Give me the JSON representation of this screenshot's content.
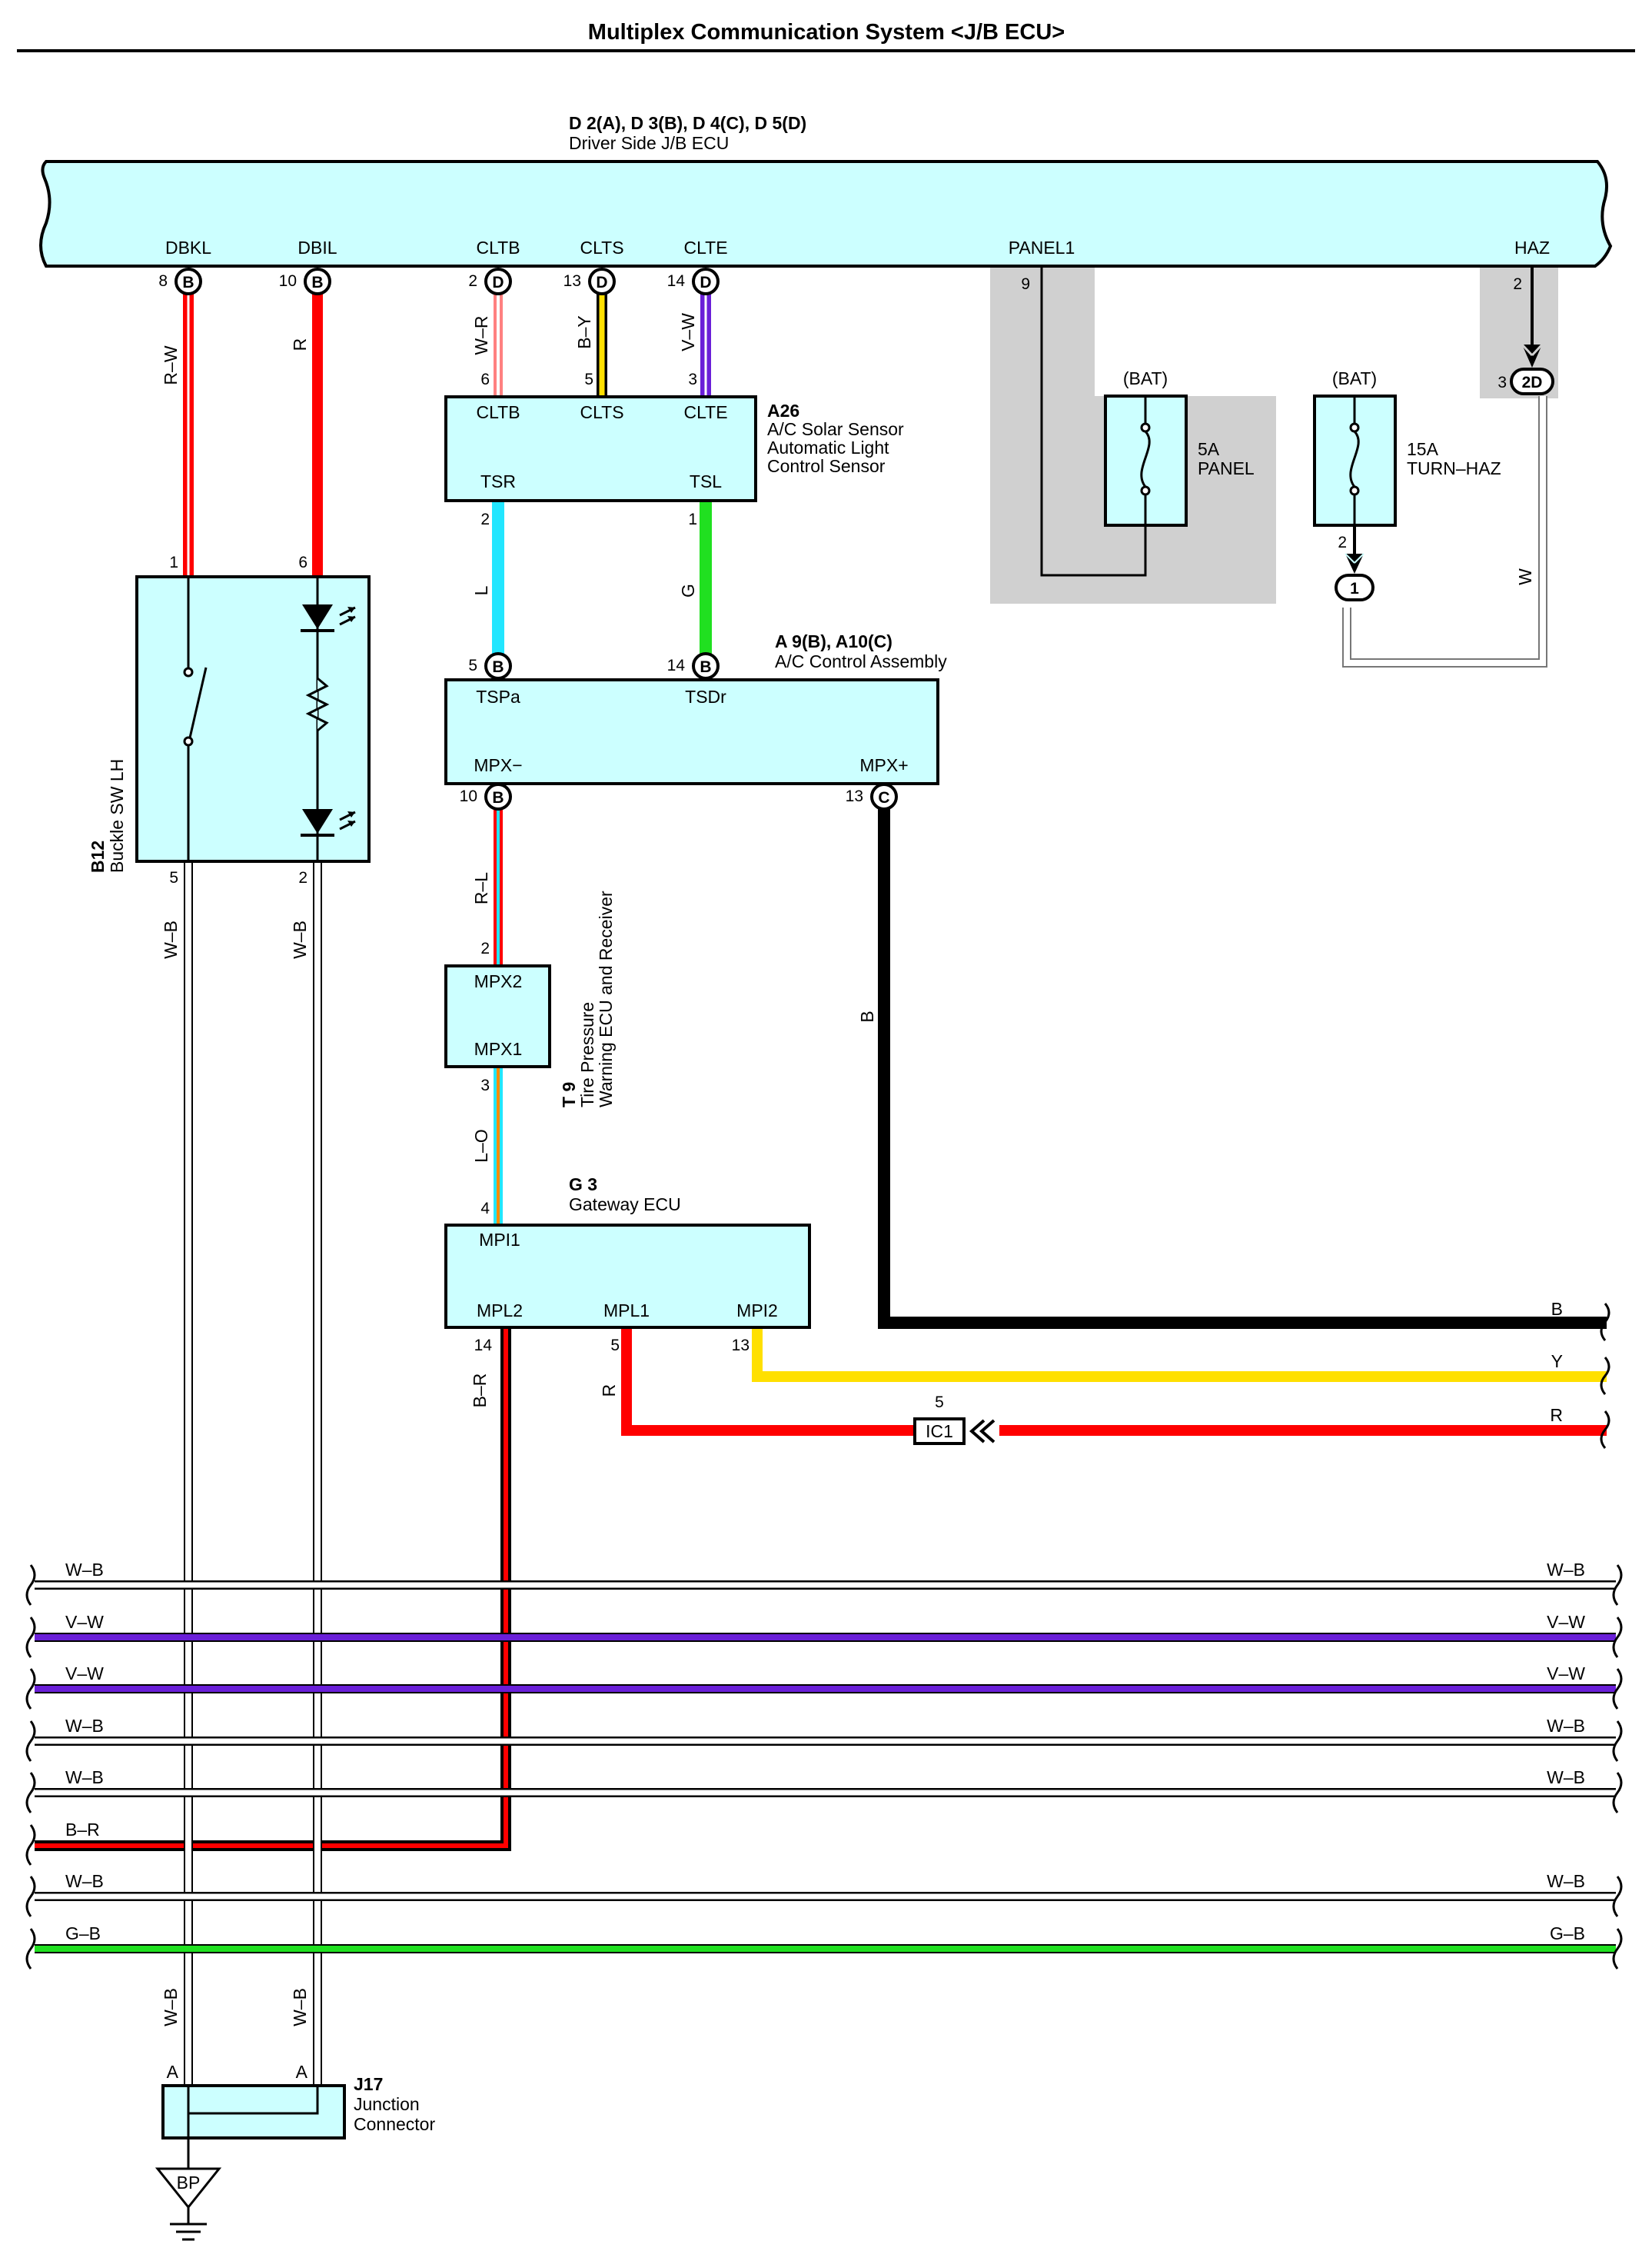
{
  "title": "Multiplex Communication System <J/B ECU>",
  "ecu": {
    "code": "D 2(A), D 3(B), D 4(C), D 5(D)",
    "name": "Driver Side J/B ECU",
    "terminals": [
      "DBKL",
      "DBIL",
      "CLTB",
      "CLTS",
      "CLTE",
      "PANEL1",
      "HAZ"
    ]
  },
  "ecu_pins": [
    {
      "num": "8",
      "conn": "B"
    },
    {
      "num": "10",
      "conn": "B"
    },
    {
      "num": "2",
      "conn": "D"
    },
    {
      "num": "13",
      "conn": "D"
    },
    {
      "num": "14",
      "conn": "D"
    },
    {
      "num": "9",
      "conn": ""
    },
    {
      "num": "2",
      "conn": ""
    }
  ],
  "a26": {
    "code": "A26",
    "name_lines": [
      "A/C Solar Sensor",
      "Automatic Light",
      "Control Sensor"
    ],
    "terminals": [
      "CLTB",
      "CLTS",
      "CLTE",
      "TSR",
      "TSL"
    ],
    "pins": [
      "6",
      "5",
      "3",
      "2",
      "1"
    ]
  },
  "ac_control": {
    "code": "A 9(B), A10(C)",
    "name": "A/C Control Assembly",
    "terminals": [
      "TSPa",
      "TSDr",
      "MPX−",
      "MPX+"
    ],
    "pins": [
      {
        "num": "5",
        "conn": "B"
      },
      {
        "num": "14",
        "conn": "B"
      },
      {
        "num": "10",
        "conn": "B"
      },
      {
        "num": "13",
        "conn": "C"
      }
    ]
  },
  "tire_pressure": {
    "code": "T 9",
    "name_lines": [
      "Tire Pressure",
      "Warning ECU and Receiver"
    ],
    "terminals": [
      "MPX2",
      "MPX1"
    ],
    "pins": [
      "2",
      "3"
    ]
  },
  "gateway": {
    "code": "G 3",
    "name": "Gateway ECU",
    "terminals": [
      "MPI1",
      "MPL2",
      "MPL1",
      "MPI2"
    ],
    "pins": [
      "4",
      "14",
      "5",
      "13"
    ]
  },
  "buckle": {
    "code": "B12",
    "name": "Buckle SW LH",
    "pins": [
      "1",
      "6",
      "5",
      "2"
    ]
  },
  "junction": {
    "code": "J17",
    "name_lines": [
      "Junction",
      "Connector"
    ],
    "pins": [
      "A",
      "A"
    ]
  },
  "ground": "BP",
  "fuses": [
    {
      "source": "(BAT)",
      "rating": "5A",
      "name": "PANEL"
    },
    {
      "source": "(BAT)",
      "rating": "15A",
      "name": "TURN–HAZ"
    }
  ],
  "connector_2d": {
    "pin": "3",
    "label": "2D"
  },
  "connector_1": {
    "pin": "2",
    "label": "1"
  },
  "connector_ic1": {
    "pin": "5",
    "label": "IC1"
  },
  "wires": {
    "r_w": "R–W",
    "r": "R",
    "w_r": "W–R",
    "b_y": "B–Y",
    "v_w": "V–W",
    "l": "L",
    "g": "G",
    "r_l": "R–L",
    "l_o": "L–O",
    "b": "B",
    "w_b": "W–B",
    "b_r": "B–R",
    "w": "W",
    "y": "Y"
  },
  "bus": [
    {
      "left": "W–B",
      "right": "W–B",
      "color": "#ffffff"
    },
    {
      "left": "V–W",
      "right": "V–W",
      "color": "#6a1fd8"
    },
    {
      "left": "V–W",
      "right": "V–W",
      "color": "#6a1fd8"
    },
    {
      "left": "W–B",
      "right": "W–B",
      "color": "#ffffff"
    },
    {
      "left": "W–B",
      "right": "W–B",
      "color": "#ffffff"
    },
    {
      "left": "B–R",
      "right": "",
      "color": "#e81010"
    },
    {
      "left": "W–B",
      "right": "W–B",
      "color": "#ffffff"
    },
    {
      "left": "G–B",
      "right": "G–B",
      "color": "#20e020"
    }
  ],
  "right_wires": [
    {
      "label": "B",
      "color": "#000000"
    },
    {
      "label": "Y",
      "color": "#ffe000"
    },
    {
      "label": "R",
      "color": "#ff0000"
    }
  ],
  "colors": {
    "box_fill": "#ccffff",
    "shade": "#d0d0d0",
    "red": "#ff0000",
    "yellow": "#ffe000",
    "violet": "#6a1fd8",
    "cyan": "#22e6ff",
    "green": "#20e020",
    "orange": "#ff8c00"
  }
}
